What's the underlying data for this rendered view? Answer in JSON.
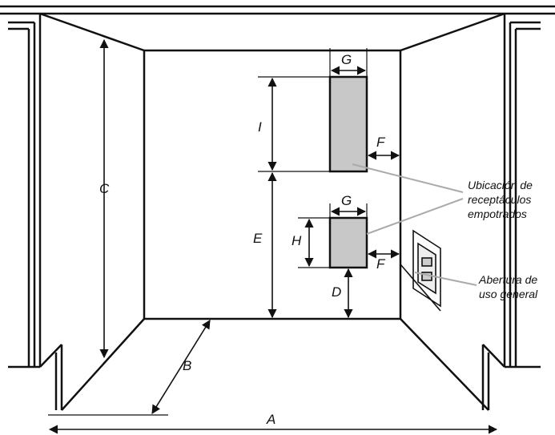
{
  "dimension_labels": {
    "a": "A",
    "b": "B",
    "c": "C",
    "d": "D",
    "e": "E",
    "f_upper": "F",
    "f_lower": "F",
    "g_upper": "G",
    "g_lower": "G",
    "h": "H",
    "i": "I"
  },
  "callouts": {
    "recessed": [
      "Ubicación de",
      "receptáculos",
      "empotrados"
    ],
    "general": [
      "Abertura de",
      "uso general"
    ]
  },
  "colors": {
    "line": "#111111",
    "receptacle_fill": "#c8c8c8",
    "leader": "#aaaaaa",
    "background": "#ffffff"
  }
}
